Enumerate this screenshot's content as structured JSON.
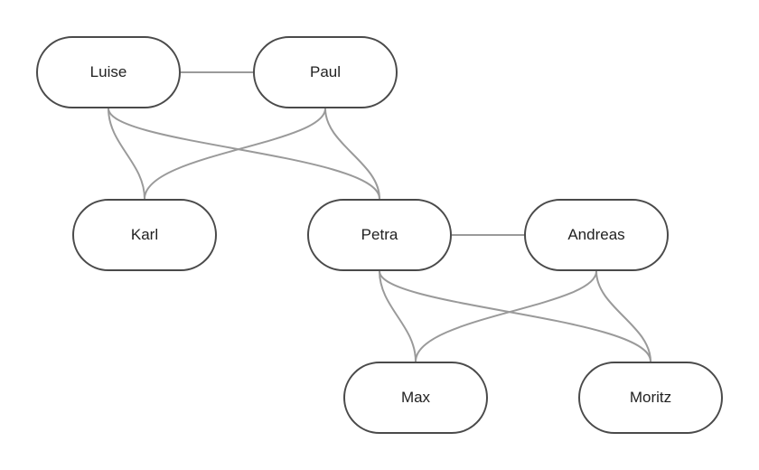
{
  "nodes": {
    "luise": "Luise",
    "paul": "Paul",
    "karl": "Karl",
    "petra": "Petra",
    "andreas": "Andreas",
    "max": "Max",
    "moritz": "Moritz"
  },
  "partnerships": [
    [
      "Luise",
      "Paul"
    ],
    [
      "Petra",
      "Andreas"
    ]
  ],
  "parent_child_links": [
    [
      "Luise",
      "Karl"
    ],
    [
      "Luise",
      "Petra"
    ],
    [
      "Paul",
      "Karl"
    ],
    [
      "Paul",
      "Petra"
    ],
    [
      "Petra",
      "Max"
    ],
    [
      "Petra",
      "Moritz"
    ],
    [
      "Andreas",
      "Max"
    ],
    [
      "Andreas",
      "Moritz"
    ]
  ],
  "colors": {
    "node_border": "#4a4a4a",
    "edge": "#9a9a9a",
    "text": "#222222",
    "background": "#ffffff"
  }
}
